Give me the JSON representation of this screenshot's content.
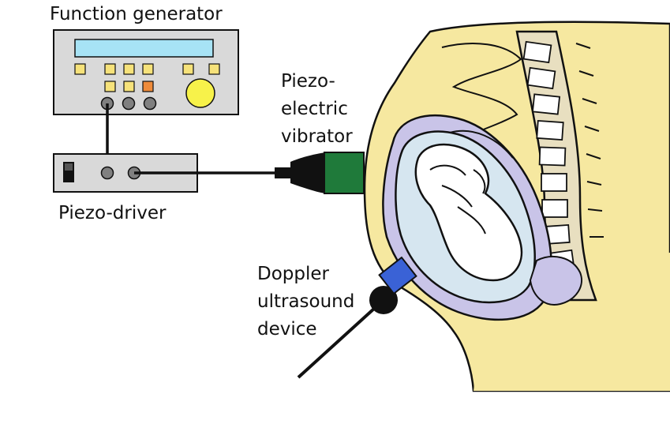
{
  "labels": {
    "function_generator": "Function generator",
    "piezo_driver": "Piezo-driver",
    "piezo_line1": "Piezo-",
    "piezo_line2": "electric",
    "piezo_line3": "vibrator",
    "doppler_line1": "Doppler",
    "doppler_line2": "ultrasound",
    "doppler_line3": "device"
  },
  "colors": {
    "device_panel": "#d9d9d9",
    "display_screen": "#a7e3f5",
    "button_yellow": "#f6e27a",
    "button_orange": "#ef8b3a",
    "knob_yellow": "#f7f24a",
    "connector_gray": "#808080",
    "vibrator_green": "#1f7a3a",
    "doppler_blue": "#3a62d6",
    "skin_yellow": "#f6e8a0",
    "uterus_lavender": "#c9c4e8",
    "amniotic_blue": "#d6e6f0",
    "spine_tan": "#e8dfc0"
  },
  "icons": {
    "function_generator": "function-generator-icon",
    "piezo_driver": "piezo-driver-icon",
    "vibrator": "piezo-vibrator-icon",
    "doppler": "doppler-probe-icon",
    "anatomy": "pregnant-abdomen-cross-section"
  }
}
